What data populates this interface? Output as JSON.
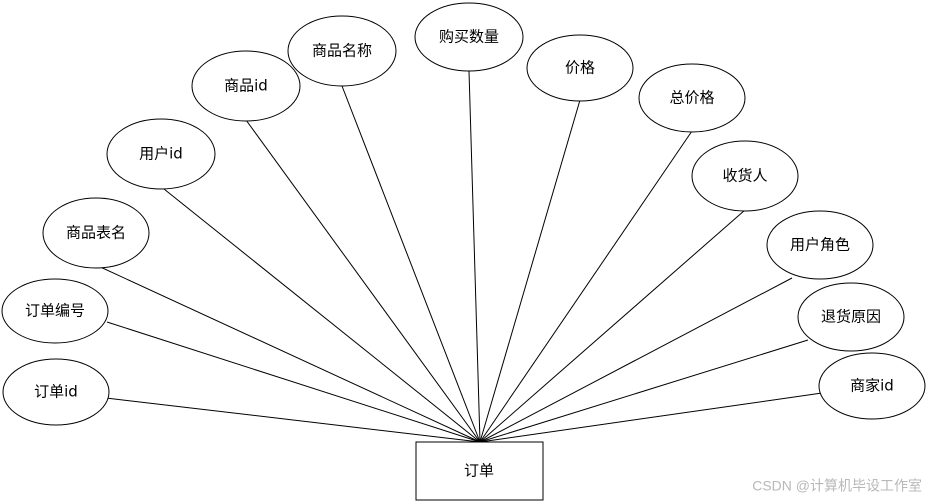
{
  "entity": {
    "label": "订单"
  },
  "attributes": [
    {
      "label": "订单id"
    },
    {
      "label": "订单编号"
    },
    {
      "label": "商品表名"
    },
    {
      "label": "用户id"
    },
    {
      "label": "商品id"
    },
    {
      "label": "商品名称"
    },
    {
      "label": "购买数量"
    },
    {
      "label": "价格"
    },
    {
      "label": "总价格"
    },
    {
      "label": "收货人"
    },
    {
      "label": "用户角色"
    },
    {
      "label": "退货原因"
    },
    {
      "label": "商家id"
    }
  ],
  "watermark": "CSDN @计算机毕设工作室"
}
